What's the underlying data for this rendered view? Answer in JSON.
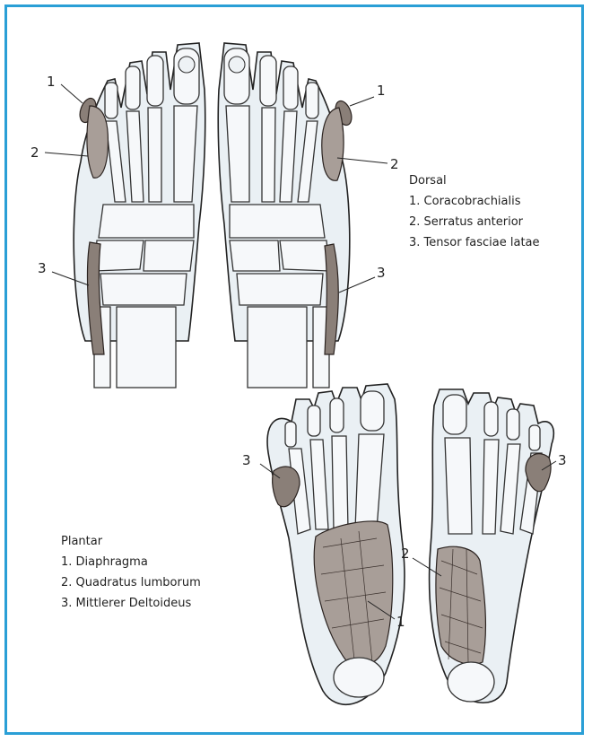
{
  "dorsal": {
    "heading": "Dorsal",
    "items": [
      "1. Coracobrachialis",
      "2. Serratus anterior",
      "3. Tensor fasciae latae"
    ]
  },
  "plantar": {
    "heading": "Plantar",
    "items": [
      "1. Diaphragma",
      "2. Quadratus lumborum",
      "3. Mittlerer Deltoideus"
    ]
  },
  "markers": {
    "dorsal_left": [
      "1",
      "2",
      "3"
    ],
    "dorsal_right": [
      "1",
      "2",
      "3"
    ],
    "plantar_left": [
      "3",
      "1"
    ],
    "plantar_right": [
      "2",
      "3"
    ]
  },
  "colors": {
    "border": "#2a9fd6",
    "muscle": "#8a7f78"
  }
}
